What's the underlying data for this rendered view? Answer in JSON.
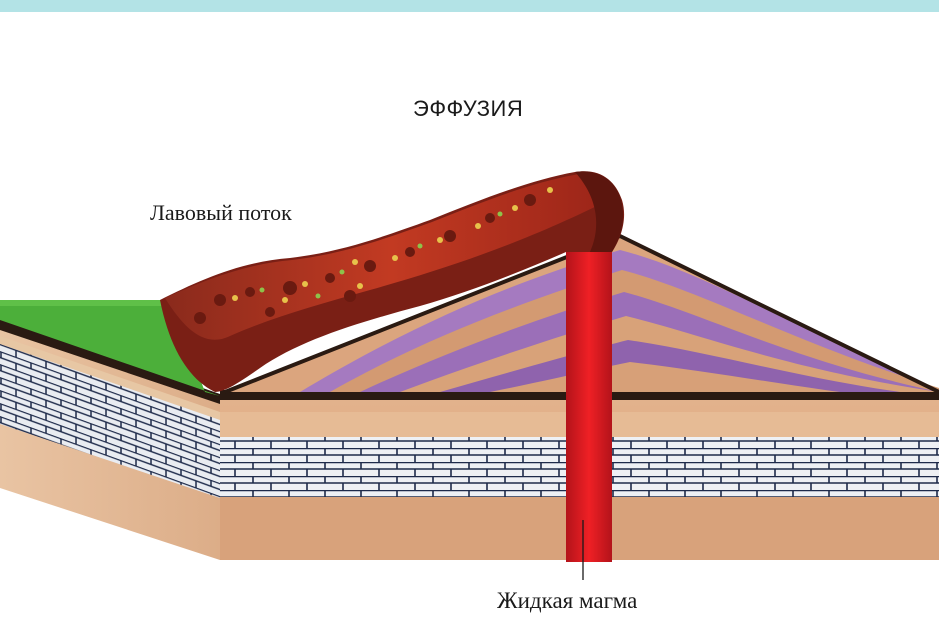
{
  "title": "ЭФФУЗИЯ",
  "labels": {
    "lava_flow": "Лавовый поток",
    "liquid_magma": "Жидкая магма"
  },
  "colors": {
    "header_band": "#b3e3e6",
    "grass": "#4caf3a",
    "lava": "#c0331e",
    "magma": "#e0161c",
    "soil": "#dba57e",
    "purple_layer": "#9b6fb8",
    "brick_mortar": "#1e2a4a",
    "brick_fill": "#eef0f4"
  }
}
